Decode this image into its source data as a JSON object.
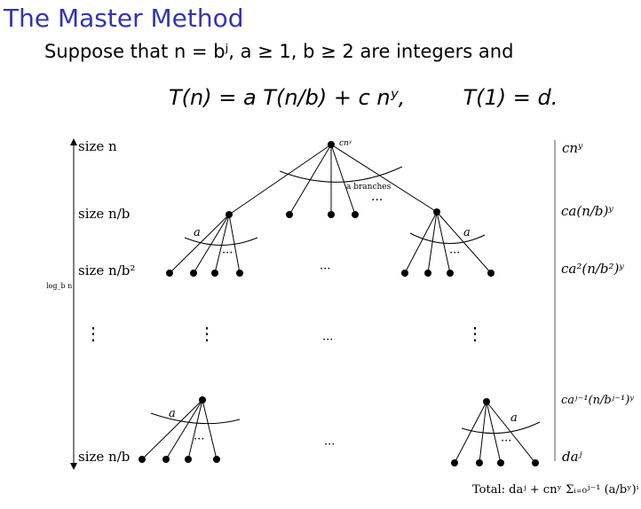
{
  "title": "The Master Method",
  "intro": "Suppose that n = bʲ, a ≥ 1, b ≥ 2 are integers and",
  "equation": "T(n) = a T(n/b) + c nʸ,",
  "initial_condition": "T(1) = d.",
  "diagram": {
    "root_label": "cnʸ",
    "branches_label": "a branches",
    "arc_label": "a",
    "ellipsis": "···",
    "vdots": "⋮",
    "height_label": "log_b n",
    "left_labels": [
      "size n",
      "size n/b",
      "size n/b²",
      "size n/b"
    ],
    "right_labels": [
      "cnʸ",
      "ca(n/b)ʸ",
      "ca²(n/b²)ʸ",
      "caʲ⁻¹(n/bʲ⁻¹)ʸ",
      "daʲ"
    ],
    "total": "Total: daʲ + cnʸ Σᵢ₌₀ʲ⁻¹ (a/bʸ)ⁱ"
  }
}
